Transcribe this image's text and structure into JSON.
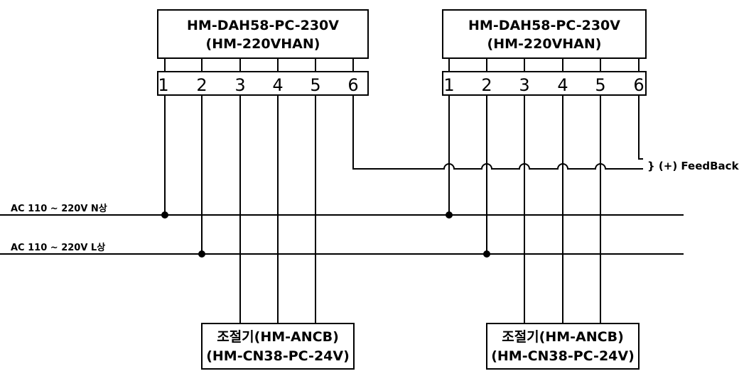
{
  "actuators": [
    {
      "line1": "HM-DAH58-PC-230V",
      "line2": "(HM-220VHAN)"
    },
    {
      "line1": "HM-DAH58-PC-230V",
      "line2": "(HM-220VHAN)"
    }
  ],
  "terminals": [
    "1",
    "2",
    "3",
    "4",
    "5",
    "6"
  ],
  "buses": [
    {
      "label": "AC 110 ~ 220V N상"
    },
    {
      "label": "AC 110 ~ 220V L상"
    }
  ],
  "feedback": {
    "label": "} (+) FeedBack"
  },
  "controllers": [
    {
      "line1": "조절기(HM-ANCB)",
      "line2": "(HM-CN38-PC-24V)"
    },
    {
      "line1": "조절기(HM-ANCB)",
      "line2": "(HM-CN38-PC-24V)"
    }
  ],
  "colors": {
    "line": "#000000",
    "background": "#ffffff"
  }
}
